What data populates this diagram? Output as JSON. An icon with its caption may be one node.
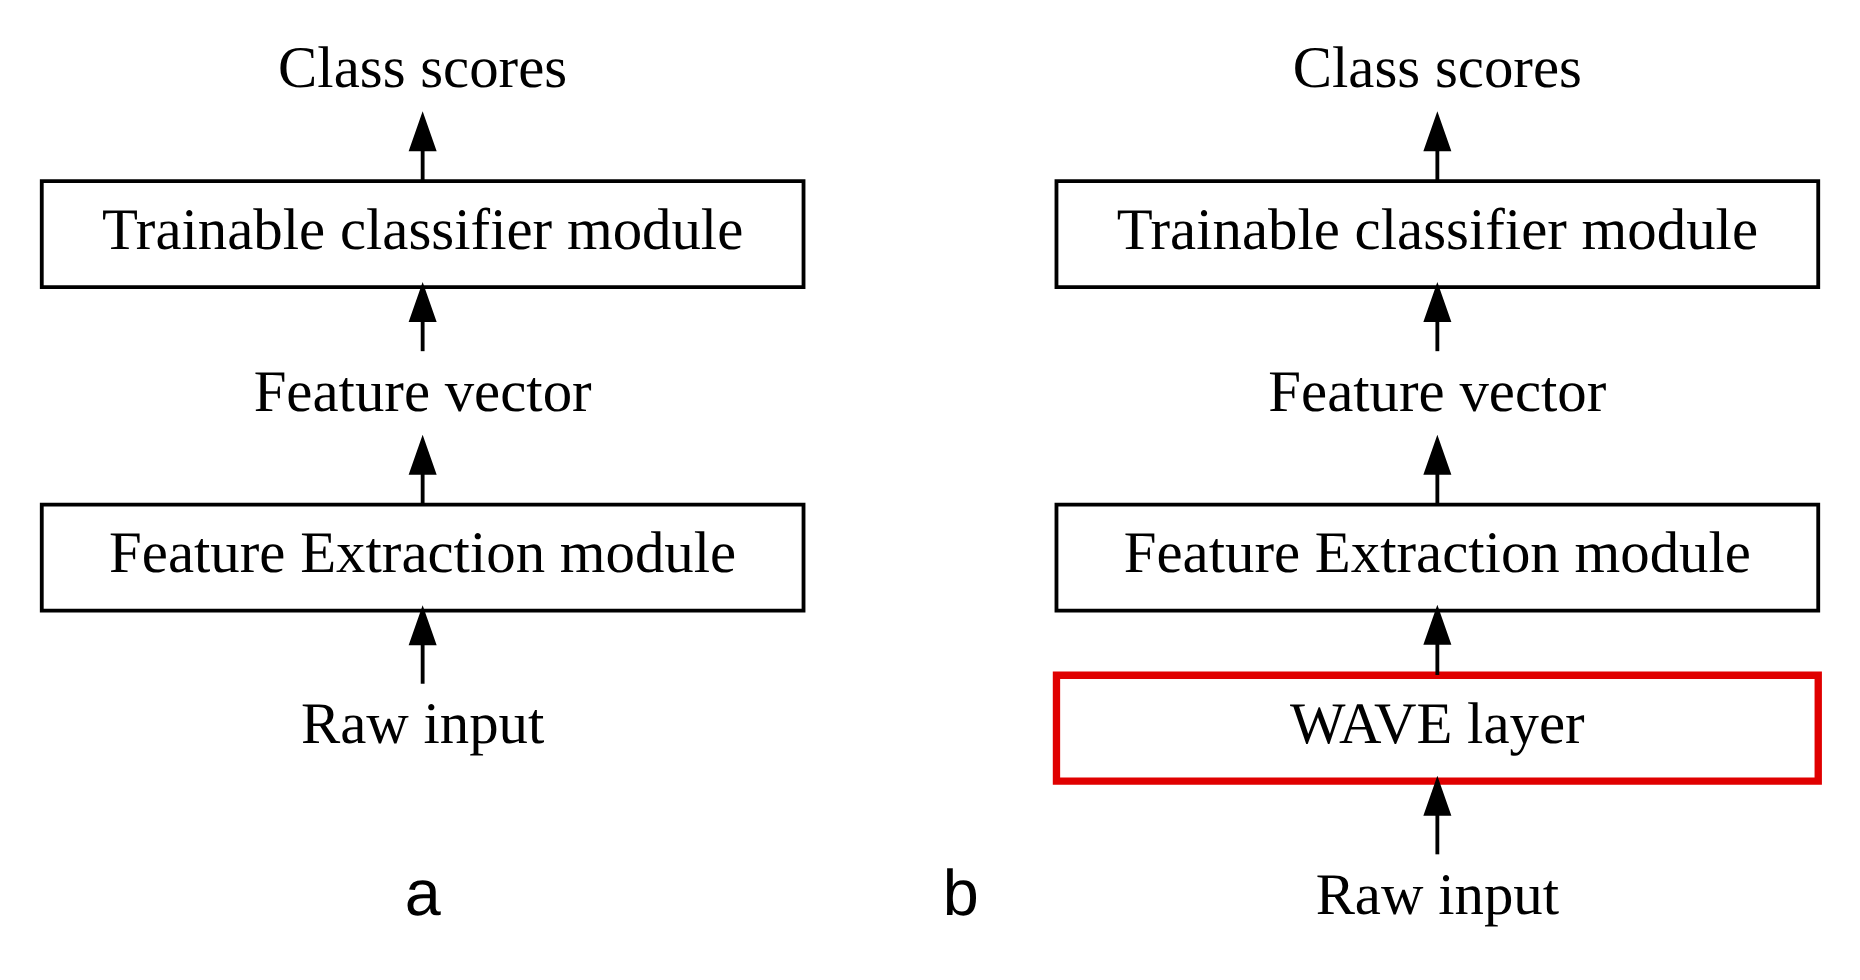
{
  "diagram": {
    "nodes": [
      {
        "text": [
          "Class scores"
        ]
      },
      {
        "text": [
          "Trainable classifier module"
        ]
      },
      {
        "text": [
          "Feature vector"
        ]
      },
      {
        "text": [
          "Feature Extraction module"
        ]
      },
      {
        "text": [
          "Raw input"
        ]
      },
      {
        "text": [
          "Class scores"
        ]
      },
      {
        "text": [
          "Trainable classifier module"
        ]
      },
      {
        "text": [
          "Feature vector"
        ]
      },
      {
        "text": [
          "Feature Extraction module"
        ]
      },
      {
        "text": [
          "WAVE layer"
        ]
      },
      {
        "text": [
          "Raw input"
        ]
      }
    ],
    "edges": [
      {
        "from": 4,
        "to": 3,
        "arrow": "to"
      },
      {
        "from": 3,
        "to": 2,
        "arrow": "to"
      },
      {
        "from": 2,
        "to": 1,
        "arrow": "to"
      },
      {
        "from": 1,
        "to": 0,
        "arrow": "to"
      },
      {
        "from": 10,
        "to": 9,
        "arrow": "to"
      },
      {
        "from": 9,
        "to": 8,
        "arrow": "to"
      },
      {
        "from": 8,
        "to": 7,
        "arrow": "to"
      },
      {
        "from": 7,
        "to": 6,
        "arrow": "to"
      },
      {
        "from": 6,
        "to": 5,
        "arrow": "to"
      }
    ],
    "labels": [
      "a",
      "b"
    ]
  }
}
